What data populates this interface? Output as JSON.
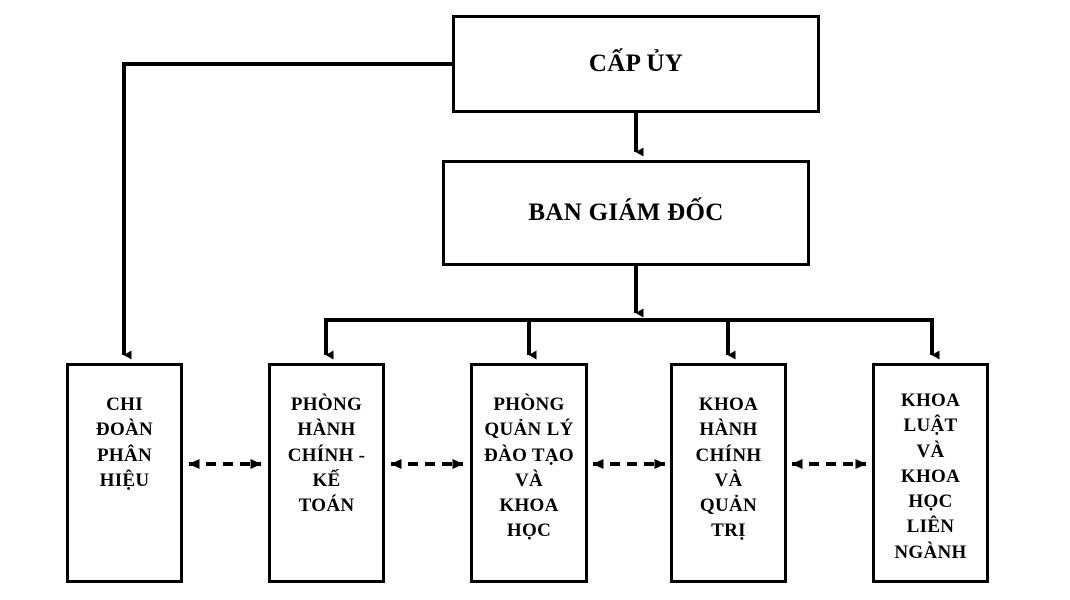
{
  "diagram": {
    "type": "organizational-chart",
    "title_node": {
      "label": "CẤP ỦY"
    },
    "director_node": {
      "label": "BAN GIÁM ĐỐC"
    },
    "units": [
      {
        "id": "chi-doan-phan-hieu",
        "lines": [
          "CHI",
          "ĐOÀN",
          "PHÂN",
          "HIỆU"
        ],
        "label": "CHI ĐOÀN PHÂN HIỆU"
      },
      {
        "id": "phong-hanh-chinh-ke-toan",
        "lines": [
          "PHÒNG",
          "HÀNH",
          "CHÍNH -",
          "KẾ",
          "TOÁN"
        ],
        "label": "PHÒNG HÀNH CHÍNH - KẾ TOÁN"
      },
      {
        "id": "phong-quan-ly-dao-tao-va-khoa-hoc",
        "lines": [
          "PHÒNG",
          "QUẢN LÝ",
          "ĐÀO TẠO",
          "VÀ",
          "KHOA",
          "HỌC"
        ],
        "label": "PHÒNG QUẢN LÝ ĐÀO TẠO VÀ KHOA HỌC"
      },
      {
        "id": "khoa-hanh-chinh-va-quan-tri",
        "lines": [
          "KHOA",
          "HÀNH",
          "CHÍNH",
          "VÀ",
          "QUẢN",
          "TRỊ"
        ],
        "label": "KHOA HÀNH CHÍNH VÀ QUẢN TRỊ"
      },
      {
        "id": "khoa-luat-va-khoa-hoc-lien-nganh",
        "lines": [
          "KHOA",
          "LUẬT",
          "VÀ",
          "KHOA",
          "HỌC",
          "LIÊN",
          "NGÀNH"
        ],
        "label": "KHOA LUẬT VÀ KHOA HỌC LIÊN NGÀNH"
      }
    ],
    "colors": {
      "stroke": "#000000",
      "fill": "#ffffff",
      "text": "#000000"
    },
    "connectors": {
      "solid_arrows": [
        "cap-uy-to-ban-giam-doc",
        "cap-uy-to-chi-doan-phan-hieu",
        "ban-giam-doc-to-bus",
        "bus-to-phong-hanh-chinh-ke-toan",
        "bus-to-phong-quan-ly-dao-tao-va-khoa-hoc",
        "bus-to-khoa-hanh-chinh-va-quan-tri",
        "bus-to-khoa-luat-va-khoa-hoc-lien-nganh"
      ],
      "dashed_bidirectional": [
        "chi-doan-phan-hieu--phong-hanh-chinh-ke-toan",
        "phong-hanh-chinh-ke-toan--phong-quan-ly-dao-tao-va-khoa-hoc",
        "phong-quan-ly-dao-tao-va-khoa-hoc--khoa-hanh-chinh-va-quan-tri",
        "khoa-hanh-chinh-va-quan-tri--khoa-luat-va-khoa-hoc-lien-nganh"
      ]
    }
  }
}
